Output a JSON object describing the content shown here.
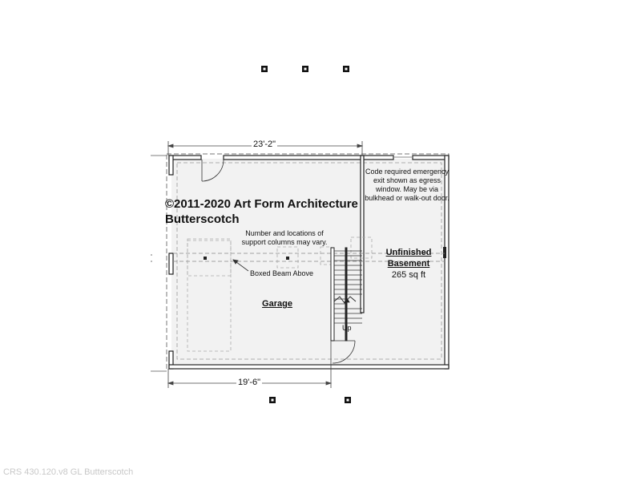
{
  "dimensions": {
    "top_width": "23'-2\"",
    "bottom_width": "19'-6\""
  },
  "watermark": {
    "line1": "©2011-2020 Art Form Architecture",
    "line2": "Butterscotch"
  },
  "notes": {
    "egress": "Code required emergency exit shown as egress window. May be via bulkhead or walk-out door.",
    "columns": "Number and locations of support columns may vary.",
    "beam": "Boxed Beam Above",
    "stair": "Up"
  },
  "rooms": {
    "garage": "Garage",
    "basement_line1": "Unfinished",
    "basement_line2": "Basement",
    "basement_area": "265 sq ft"
  },
  "footer": "CRS 430.120.v8 GL Butterscotch"
}
